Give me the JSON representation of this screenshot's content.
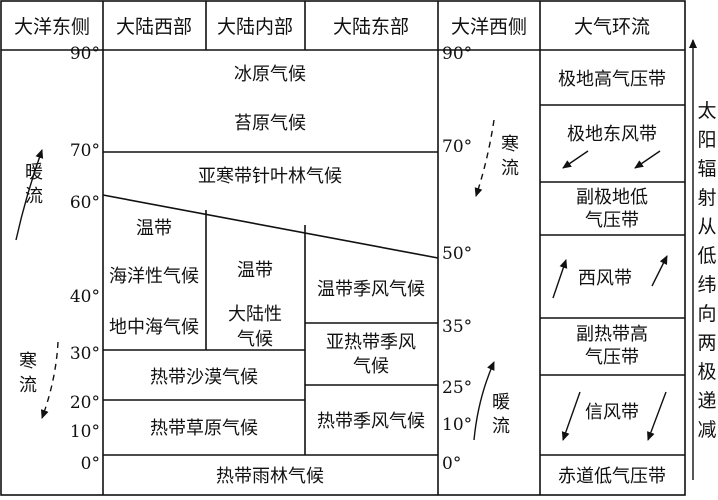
{
  "headers": {
    "ocean_east": "大洋东侧",
    "continent_west": "大陆西部",
    "continent_inner": "大陆内部",
    "continent_east": "大陆东部",
    "ocean_west": "大洋西侧",
    "atmospheric_circulation": "大气环流"
  },
  "left_latitudes": [
    "90°",
    "70°",
    "60°",
    "40°",
    "30°",
    "20°",
    "10°",
    "0°"
  ],
  "right_latitudes": [
    "90°",
    "70°",
    "50°",
    "35°",
    "25°",
    "10°",
    "0°"
  ],
  "climates": {
    "ice_cap": "冰原气候",
    "tundra": "苔原气候",
    "subarctic": "亚寒带针叶林气候",
    "temperate_label_west": "温带",
    "temperate_maritime": "海洋性气候",
    "mediterranean": "地中海气候",
    "temperate_label_inner": "温带",
    "continental_line1": "大陆性",
    "continental_line2": "气候",
    "temperate_monsoon": "温带季风气候",
    "subtropical_monsoon_line1": "亚热带季风",
    "subtropical_monsoon_line2": "气候",
    "tropical_desert": "热带沙漠气候",
    "tropical_savanna": "热带草原气候",
    "tropical_monsoon": "热带季风气候",
    "tropical_rainforest": "热带雨林气候"
  },
  "currents": {
    "left_warm": "暖流",
    "left_cold": "寒流",
    "right_cold": "寒流",
    "right_warm": "暖流"
  },
  "pressure_wind": {
    "polar_high": "极地高气压带",
    "polar_easterlies": "极地东风带",
    "subpolar_low_line1": "副极地低",
    "subpolar_low_line2": "气压带",
    "westerlies": "西风带",
    "subtropical_high_line1": "副热带高",
    "subtropical_high_line2": "气压带",
    "trade_winds": "信风带",
    "equatorial_low": "赤道低气压带"
  },
  "side_note": "太阳辐射从低纬向两极递减"
}
